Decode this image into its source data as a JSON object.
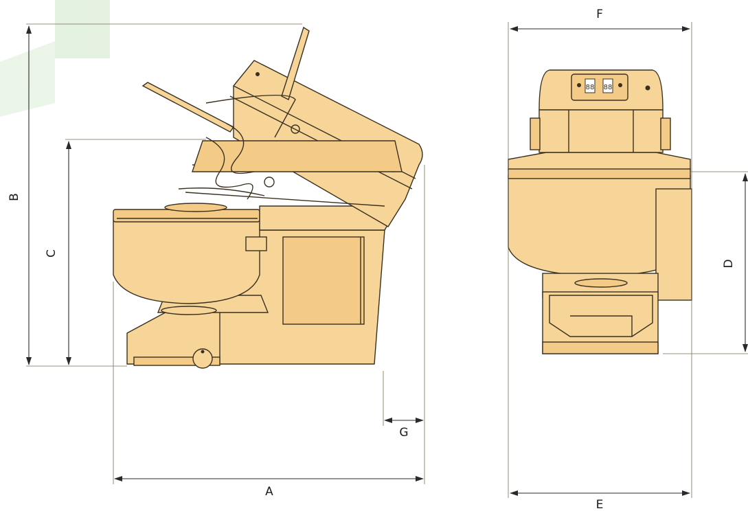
{
  "dimensions": {
    "a": "A",
    "b": "B",
    "c": "C",
    "d": "D",
    "e": "E",
    "f": "F",
    "g": "G"
  },
  "display": {
    "p1": "88",
    "p2": "88"
  },
  "colors": {
    "machine_fill": "#f7d497",
    "outline": "#3a3020",
    "watermark": "#d9eed5"
  }
}
